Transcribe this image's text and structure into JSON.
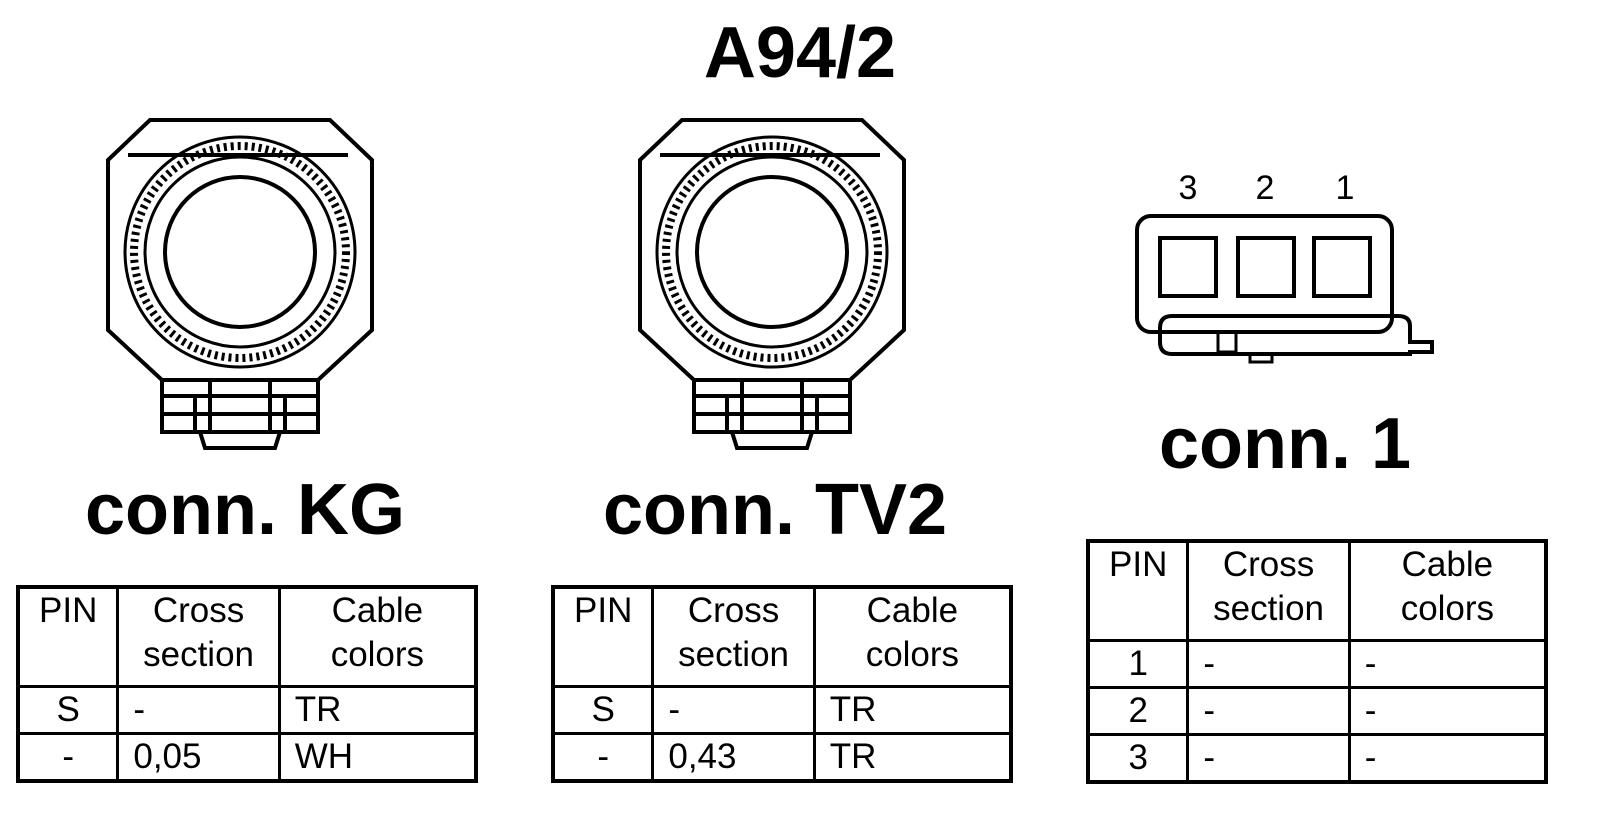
{
  "title": "A94/2",
  "connectors": [
    {
      "label": "conn. KG",
      "table": {
        "headers": [
          "PIN",
          "Cross section",
          "Cable colors"
        ],
        "rows": [
          [
            "S",
            "-",
            "TR"
          ],
          [
            "-",
            "0,05",
            "WH"
          ]
        ]
      }
    },
    {
      "label": "conn. TV2",
      "table": {
        "headers": [
          "PIN",
          "Cross section",
          "Cable colors"
        ],
        "rows": [
          [
            "S",
            "-",
            "TR"
          ],
          [
            "-",
            "0,43",
            "TR"
          ]
        ]
      }
    },
    {
      "label": "conn. 1",
      "pin_numbers": [
        "3",
        "2",
        "1"
      ],
      "table": {
        "headers": [
          "PIN",
          "Cross section",
          "Cable colors"
        ],
        "rows": [
          [
            "1",
            "-",
            "-"
          ],
          [
            "2",
            "-",
            "-"
          ],
          [
            "3",
            "-",
            "-"
          ]
        ]
      }
    }
  ]
}
